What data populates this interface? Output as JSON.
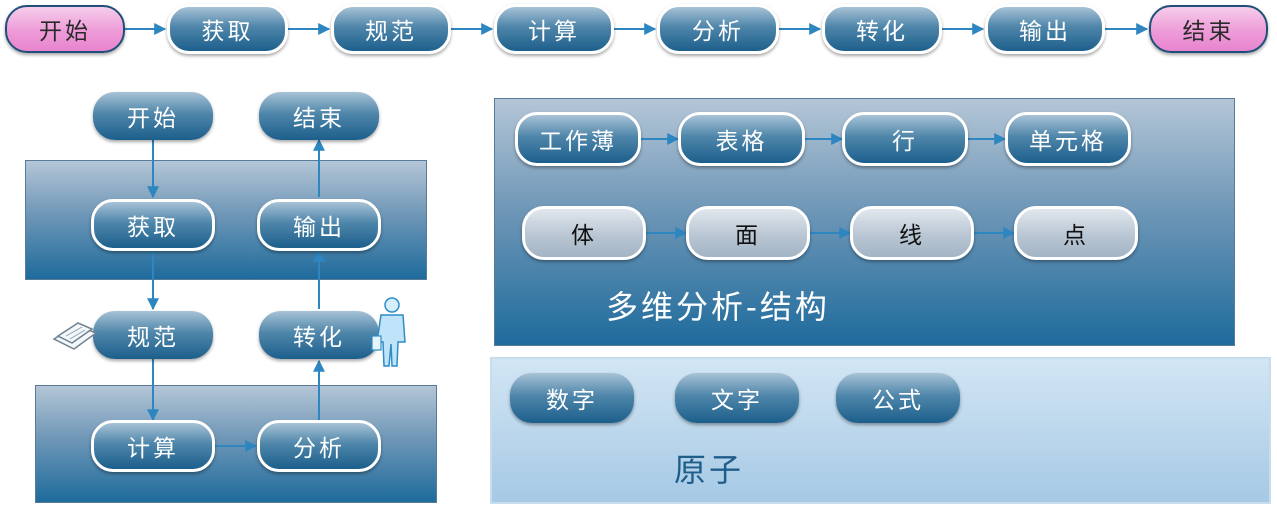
{
  "top_flow": [
    "开始",
    "获取",
    "规范",
    "计算",
    "分析",
    "转化",
    "输出",
    "结束"
  ],
  "left_flow": {
    "start": "开始",
    "end": "结束",
    "fetch": "获取",
    "output": "输出",
    "normalize": "规范",
    "transform": "转化",
    "compute": "计算",
    "analyze": "分析"
  },
  "structure": {
    "row1": [
      "工作薄",
      "表格",
      "行",
      "单元格"
    ],
    "row2": [
      "体",
      "面",
      "线",
      "点"
    ],
    "title": "多维分析-结构"
  },
  "atom": {
    "items": [
      "数字",
      "文字",
      "公式"
    ],
    "title": "原子"
  },
  "colors": {
    "arrow": "#2e86c1",
    "pill_blue": "#1c5f8c",
    "pill_pink": "#ee9bd8"
  }
}
